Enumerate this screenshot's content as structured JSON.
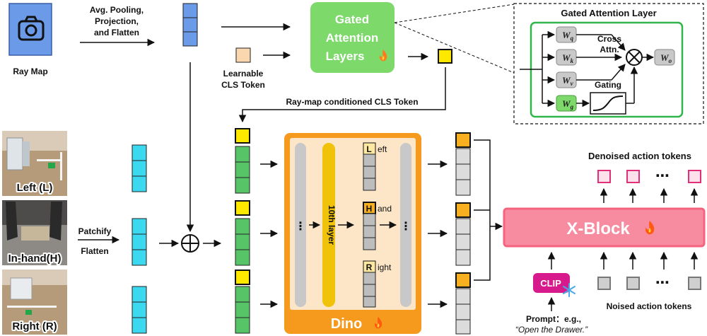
{
  "ray_map": {
    "label": "Ray Map",
    "pooling_label": [
      "Avg. Pooling,",
      "Projection,",
      "and Flatten"
    ]
  },
  "cls": {
    "learnable_label": [
      "Learnable",
      "CLS Token"
    ],
    "conditioned_label": "Ray-map conditioned CLS Token"
  },
  "gated_block": {
    "label": [
      "Gated",
      "Attention",
      "Layers"
    ]
  },
  "gated_detail": {
    "title": "Gated Attention Layer",
    "cross_attn_label": [
      "Cross",
      "Attn."
    ],
    "gating_label": "Gating",
    "weights": [
      {
        "base": "W",
        "sub": "q"
      },
      {
        "base": "W",
        "sub": "k"
      },
      {
        "base": "W",
        "sub": "v"
      },
      {
        "base": "W",
        "sub": "g"
      },
      {
        "base": "W",
        "sub": "o"
      }
    ],
    "multiply_symbol": "⊗"
  },
  "views": [
    {
      "label": "Left (L)"
    },
    {
      "label": "In-hand(H)"
    },
    {
      "label": "Right (R)"
    }
  ],
  "patchify_label": [
    "Patchify",
    "Flatten"
  ],
  "plus_symbol": "⊕",
  "dino": {
    "label": "Dino",
    "layer_label": "10th layer",
    "ellipsis": "⋮",
    "view_tokens": [
      {
        "letter": "L",
        "rest": "eft"
      },
      {
        "letter": "H",
        "rest": "and"
      },
      {
        "letter": "R",
        "rest": "ight"
      }
    ]
  },
  "xblock": {
    "label": "X-Block",
    "denoised_label": "Denoised action tokens",
    "noised_label": "Noised action tokens",
    "ellipsis": "⋯"
  },
  "clip": {
    "label": "CLIP",
    "prompt_label": "Prompt：e.g.,",
    "prompt_example": "“Open the Drawer.”"
  },
  "colors": {
    "ray_blue": "#6b9be8",
    "patch_cyan": "#3cd8f0",
    "patch_green": "#58c468",
    "cls_yellow": "#ffe800",
    "cls_orange": "#f8b020",
    "learnable_peach": "#fbd7b0",
    "gated_green": "#7ed96b",
    "detail_border": "#2fb54a",
    "dino_orange": "#f59a1d",
    "dino_fill": "#fde6c8",
    "layer_yellow": "#f0c20a",
    "xblock_pink": "#f5637f",
    "xblock_fill": "#f78ca0",
    "action_pink": "#e0307a",
    "action_fill": "#fde0ea",
    "clip_magenta": "#d81b8c",
    "snow_blue": "#4aa8e8",
    "flame_orange": "#ff7a1a",
    "token_gray": "#c9c9c9"
  },
  "icons": [
    "camera-icon",
    "flame-icon",
    "snowflake-icon",
    "sigmoid-curve-icon"
  ]
}
